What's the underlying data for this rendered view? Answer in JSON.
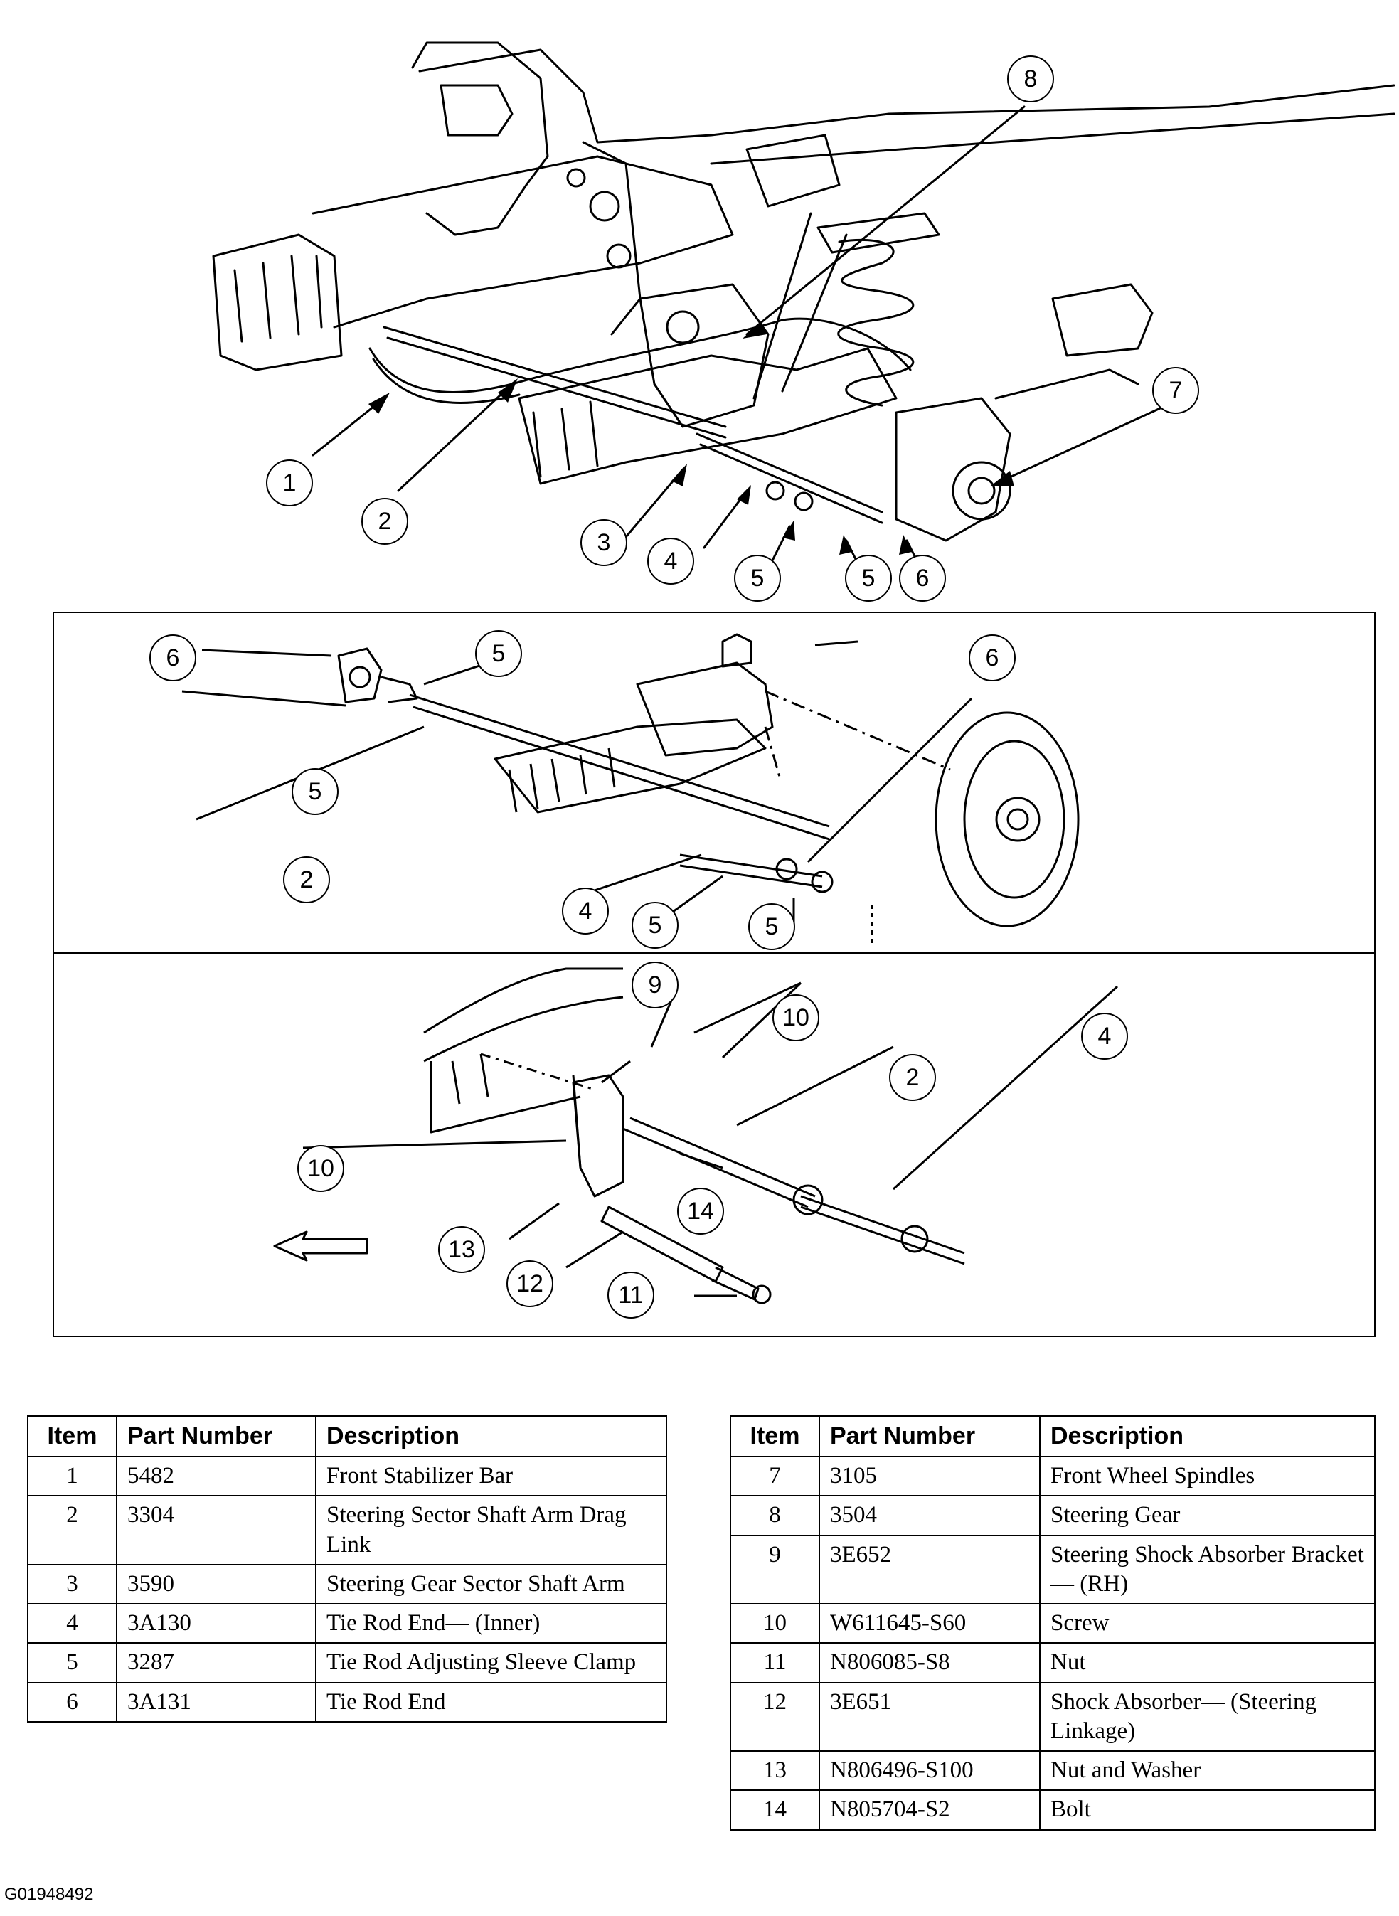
{
  "callouts": {
    "top": [
      "1",
      "2",
      "3",
      "4",
      "5",
      "5",
      "6",
      "7",
      "8"
    ],
    "middle": [
      "6",
      "5",
      "5",
      "2",
      "6",
      "4",
      "5",
      "5"
    ],
    "bottom": [
      "9",
      "10",
      "2",
      "4",
      "10",
      "14",
      "13",
      "12",
      "11"
    ]
  },
  "table_headers": {
    "item": "Item",
    "part_number": "Part Number",
    "description": "Description"
  },
  "parts_left": [
    {
      "item": "1",
      "part_number": "5482",
      "description": "Front Stabilizer Bar"
    },
    {
      "item": "2",
      "part_number": "3304",
      "description": "Steering Sector Shaft Arm Drag Link"
    },
    {
      "item": "3",
      "part_number": "3590",
      "description": "Steering Gear Sector Shaft Arm"
    },
    {
      "item": "4",
      "part_number": "3A130",
      "description": "Tie Rod End— (Inner)"
    },
    {
      "item": "5",
      "part_number": "3287",
      "description": "Tie Rod Adjusting Sleeve Clamp"
    },
    {
      "item": "6",
      "part_number": "3A131",
      "description": "Tie Rod End"
    }
  ],
  "parts_right": [
    {
      "item": "7",
      "part_number": "3105",
      "description": "Front Wheel Spindles"
    },
    {
      "item": "8",
      "part_number": "3504",
      "description": "Steering Gear"
    },
    {
      "item": "9",
      "part_number": "3E652",
      "description": "Steering Shock Absorber Bracket— (RH)"
    },
    {
      "item": "10",
      "part_number": "W611645-S60",
      "description": "Screw"
    },
    {
      "item": "11",
      "part_number": "N806085-S8",
      "description": "Nut"
    },
    {
      "item": "12",
      "part_number": "3E651",
      "description": "Shock Absorber— (Steering Linkage)"
    },
    {
      "item": "13",
      "part_number": "N806496-S100",
      "description": "Nut and Washer"
    },
    {
      "item": "14",
      "part_number": "N805704-S2",
      "description": "Bolt"
    }
  ],
  "figure_id": "G01948492"
}
